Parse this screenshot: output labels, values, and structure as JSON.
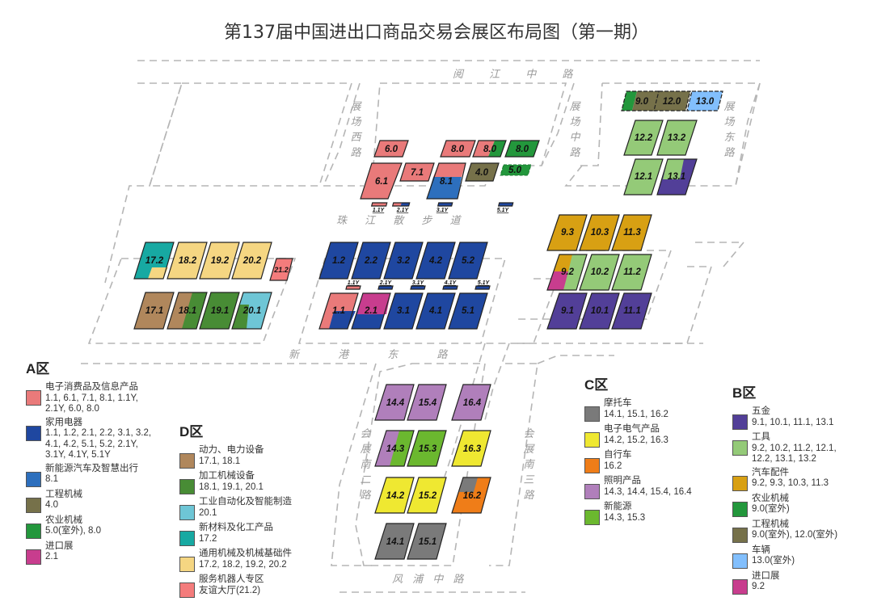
{
  "title": "第137届中国进出口商品交易会展区布局图（第一期）",
  "colors": {
    "consumer_electronics": "#e97a7a",
    "home_appliances": "#1f47a0",
    "new_energy_vehicles": "#2d6fbd",
    "construction_machinery": "#76714a",
    "agri_machinery": "#23973c",
    "import_expo": "#c83d8e",
    "power_equipment": "#b0875c",
    "processing_machinery": "#488c35",
    "industrial_automation": "#6ec6d6",
    "new_materials": "#17a9a2",
    "general_machinery": "#f5d682",
    "service_robots": "#f47c7c",
    "motorcycles": "#7a7a7a",
    "electrical_products": "#efe831",
    "bicycles": "#ef7d18",
    "lighting": "#b07fbb",
    "new_energy": "#6bb82f",
    "hardware": "#523f98",
    "tools": "#94ca78",
    "auto_parts": "#d8a013",
    "vehicles": "#82bffd"
  },
  "roads": {
    "north": "阅 江 中 路",
    "west": "展场西路",
    "middle": "展场中路",
    "east": "展场东路",
    "pearl": "珠 江 散 步 道",
    "xingang": "新 港 东 路",
    "south2": "会展南二路",
    "south3": "会展南三路",
    "fengpu": "风 浦 中 路"
  },
  "halls": {
    "h6_0": "6.0",
    "h8_0a": "8.0",
    "h8_0b": "8.0",
    "h8_0c": "8.0",
    "h6_1": "6.1",
    "h7_1": "7.1",
    "h8_1": "8.1",
    "h4_0": "4.0",
    "h5_0": "5.0",
    "y1_1a": "1.1Y",
    "y2_1a": "2.1Y",
    "y3_1a": "3.1Y",
    "y5_1a": "5.1Y",
    "h9_0": "9.0",
    "h12_0": "12.0",
    "h13_0": "13.0",
    "h12_2": "12.2",
    "h13_2": "13.2",
    "h12_1": "12.1",
    "h13_1": "13.1",
    "h17_2": "17.2",
    "h18_2": "18.2",
    "h19_2": "19.2",
    "h20_2": "20.2",
    "h21_2": "21.2",
    "h17_1": "17.1",
    "h18_1": "18.1",
    "h19_1": "19.1",
    "h20_1": "20.1",
    "h1_2": "1.2",
    "h2_2": "2.2",
    "h3_2": "3.2",
    "h4_2": "4.2",
    "h5_2": "5.2",
    "y1_1b": "1.1Y",
    "y2_1b": "2.1Y",
    "y3_1b": "3.1Y",
    "y4_1b": "4.1Y",
    "y5_1b": "5.1Y",
    "h1_1": "1.1",
    "h2_1": "2.1",
    "h3_1": "3.1",
    "h4_1": "4.1",
    "h5_1": "5.1",
    "h9_3": "9.3",
    "h10_3": "10.3",
    "h11_3": "11.3",
    "h9_2": "9.2",
    "h10_2": "10.2",
    "h11_2": "11.2",
    "h9_1": "9.1",
    "h10_1": "10.1",
    "h11_1": "11.1",
    "h14_4": "14.4",
    "h15_4": "15.4",
    "h16_4": "16.4",
    "h14_3": "14.3",
    "h15_3": "15.3",
    "h16_3": "16.3",
    "h14_2": "14.2",
    "h15_2": "15.2",
    "h16_2": "16.2",
    "h14_1": "14.1",
    "h15_1": "15.1"
  },
  "legend": {
    "A": {
      "title": "A区",
      "items": [
        {
          "name": "电子消费品及信息产品",
          "halls": "1.1, 6.1, 7.1, 8.1, 1.1Y,",
          "halls2": "2.1Y, 6.0, 8.0",
          "color": "#e97a7a"
        },
        {
          "name": "家用电器",
          "halls": "1.1, 1.2, 2.1, 2.2, 3.1, 3.2,",
          "halls2": "4.1, 4.2, 5.1, 5.2, 2.1Y,",
          "halls3": "3.1Y, 4.1Y, 5.1Y",
          "color": "#1f47a0"
        },
        {
          "name": "新能源汽车及智慧出行",
          "halls": "8.1",
          "color": "#2d6fbd"
        },
        {
          "name": "工程机械",
          "halls": "4.0",
          "color": "#76714a"
        },
        {
          "name": "农业机械",
          "halls": "5.0(室外), 8.0",
          "color": "#23973c"
        },
        {
          "name": "进口展",
          "halls": "2.1",
          "color": "#c83d8e"
        }
      ]
    },
    "D": {
      "title": "D区",
      "items": [
        {
          "name": "动力、电力设备",
          "halls": "17.1, 18.1",
          "color": "#b0875c"
        },
        {
          "name": "加工机械设备",
          "halls": "18.1, 19.1, 20.1",
          "color": "#488c35"
        },
        {
          "name": "工业自动化及智能制造",
          "halls": "20.1",
          "color": "#6ec6d6"
        },
        {
          "name": "新材料及化工产品",
          "halls": "17.2",
          "color": "#17a9a2"
        },
        {
          "name": "通用机械及机械基础件",
          "halls": "17.2, 18.2, 19.2, 20.2",
          "color": "#f5d682"
        },
        {
          "name": "服务机器人专区",
          "halls": "友谊大厅(21.2)",
          "color": "#f47c7c"
        }
      ]
    },
    "C": {
      "title": "C区",
      "items": [
        {
          "name": "摩托车",
          "halls": "14.1, 15.1, 16.2",
          "color": "#7a7a7a"
        },
        {
          "name": "电子电气产品",
          "halls": "14.2, 15.2, 16.3",
          "color": "#efe831"
        },
        {
          "name": "自行车",
          "halls": "16.2",
          "color": "#ef7d18"
        },
        {
          "name": "照明产品",
          "halls": "14.3, 14.4, 15.4, 16.4",
          "color": "#b07fbb"
        },
        {
          "name": "新能源",
          "halls": "14.3, 15.3",
          "color": "#6bb82f"
        }
      ]
    },
    "B": {
      "title": "B区",
      "items": [
        {
          "name": "五金",
          "halls": "9.1, 10.1, 11.1, 13.1",
          "color": "#523f98"
        },
        {
          "name": "工具",
          "halls": "9.2, 10.2, 11.2, 12.1,",
          "halls2": "12.2, 13.1, 13.2",
          "color": "#94ca78"
        },
        {
          "name": "汽车配件",
          "halls": "9.2, 9.3, 10.3, 11.3",
          "color": "#d8a013"
        },
        {
          "name": "农业机械",
          "halls": "9.0(室外)",
          "color": "#23973c"
        },
        {
          "name": "工程机械",
          "halls": "9.0(室外), 12.0(室外)",
          "color": "#76714a"
        },
        {
          "name": "车辆",
          "halls": "13.0(室外)",
          "color": "#82bffd"
        },
        {
          "name": "进口展",
          "halls": "9.2",
          "color": "#c83d8e"
        }
      ]
    }
  }
}
